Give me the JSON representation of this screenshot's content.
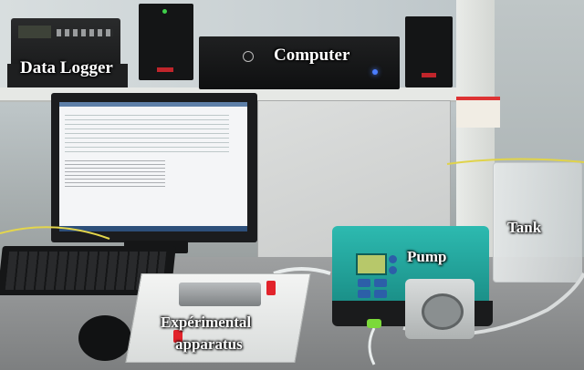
{
  "labels": {
    "data_logger": "Data Logger",
    "computer": "Computer",
    "tank": "Tank",
    "pump": "Pump",
    "apparatus_line1": "Expérimental",
    "apparatus_line2": "apparatus"
  },
  "colors": {
    "wall": "#c9d2d6",
    "shelf": "#e9ecea",
    "monitor_bezel": "#1b1c1e",
    "screen": "#f4f5f7",
    "pump_body": "#1fa39a",
    "pump_display": "#b7c86a",
    "label_text": "#ffffff"
  },
  "icons": [
    "data-logger-device",
    "ups-box-left",
    "computer-case",
    "ups-box-right",
    "monitor",
    "keyboard",
    "mouse",
    "peristaltic-pump",
    "water-tank",
    "experimental-rig"
  ]
}
